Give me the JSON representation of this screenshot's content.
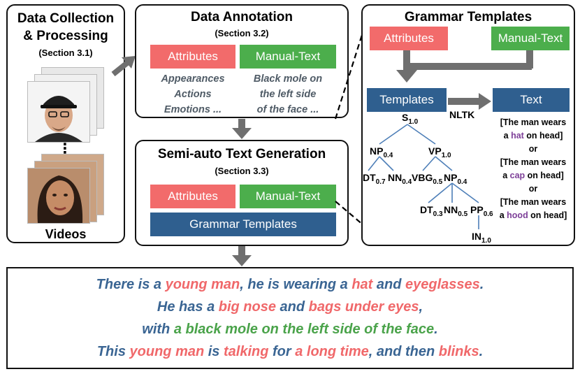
{
  "collection": {
    "title_line1": "Data Collection",
    "title_line2": "& Processing",
    "section": "(Section 3.1)",
    "ellipsis": "⋮",
    "videos_label": "Videos"
  },
  "annotation": {
    "title": "Data Annotation",
    "section": "(Section 3.2)",
    "attributes": "Attributes",
    "manual": "Manual-Text",
    "attr_examples": [
      "Appearances",
      "Actions",
      "Emotions ..."
    ],
    "manual_examples": [
      "Black mole on",
      "the left side",
      "of the face ..."
    ]
  },
  "semiauto": {
    "title": "Semi-auto Text Generation",
    "section": "(Section 3.3)",
    "attributes": "Attributes",
    "manual": "Manual-Text",
    "grammar": "Grammar Templates"
  },
  "grammar": {
    "title": "Grammar Templates",
    "attributes": "Attributes",
    "manual": "Manual-Text",
    "templates": "Templates",
    "text": "Text",
    "nltk": "NLTK",
    "tree": {
      "S": {
        "label": "S",
        "sub": "1.0"
      },
      "NP": {
        "label": "NP",
        "sub": "0.4"
      },
      "VP": {
        "label": "VP",
        "sub": "1.0"
      },
      "DT1": {
        "label": "DT",
        "sub": "0.7"
      },
      "NN1": {
        "label": "NN",
        "sub": "0.4"
      },
      "VBG": {
        "label": "VBG",
        "sub": "0.5"
      },
      "NP2": {
        "label": "NP",
        "sub": "0.4"
      },
      "DT2": {
        "label": "DT",
        "sub": "0.3"
      },
      "NN2": {
        "label": "NN",
        "sub": "0.5"
      },
      "PP": {
        "label": "PP",
        "sub": "0.6"
      },
      "IN": {
        "label": "IN",
        "sub": "1.0"
      }
    },
    "examples": {
      "l1": "[The man wears",
      "hat_pre": "a ",
      "hat": "hat",
      "hat_post": " on head]",
      "or1": "or",
      "l2": "[The man wears",
      "cap_pre": "a ",
      "cap": "cap",
      "cap_post": " on head]",
      "or2": "or",
      "l3": "[The man wears",
      "hood_pre": "a ",
      "hood": "hood",
      "hood_post": " on head]"
    }
  },
  "output": {
    "line1": [
      {
        "t": "There is a ",
        "c": "blue"
      },
      {
        "t": "young man",
        "c": "red"
      },
      {
        "t": ", he is wearing a ",
        "c": "blue"
      },
      {
        "t": "hat",
        "c": "red"
      },
      {
        "t": " and ",
        "c": "blue"
      },
      {
        "t": "eyeglasses",
        "c": "red"
      },
      {
        "t": ".",
        "c": "blue"
      }
    ],
    "line2": [
      {
        "t": "He has a ",
        "c": "blue"
      },
      {
        "t": "big nose",
        "c": "red"
      },
      {
        "t": " and ",
        "c": "blue"
      },
      {
        "t": "bags under eyes",
        "c": "red"
      },
      {
        "t": ",",
        "c": "blue"
      }
    ],
    "line3": [
      {
        "t": "with ",
        "c": "blue"
      },
      {
        "t": "a black mole on the left side of the face",
        "c": "green"
      },
      {
        "t": ".",
        "c": "blue"
      }
    ],
    "line4": [
      {
        "t": "This ",
        "c": "blue"
      },
      {
        "t": "young man",
        "c": "red"
      },
      {
        "t": " is ",
        "c": "blue"
      },
      {
        "t": "talking",
        "c": "red"
      },
      {
        "t": " for ",
        "c": "blue"
      },
      {
        "t": "a long time",
        "c": "red"
      },
      {
        "t": ", and then ",
        "c": "blue"
      },
      {
        "t": "blinks",
        "c": "red"
      },
      {
        "t": ".",
        "c": "blue"
      }
    ]
  },
  "colors": {
    "red": "#f26b6b",
    "green": "#4cae4c",
    "blue": "#2f5f8f",
    "arrow": "#6f6f6f"
  }
}
